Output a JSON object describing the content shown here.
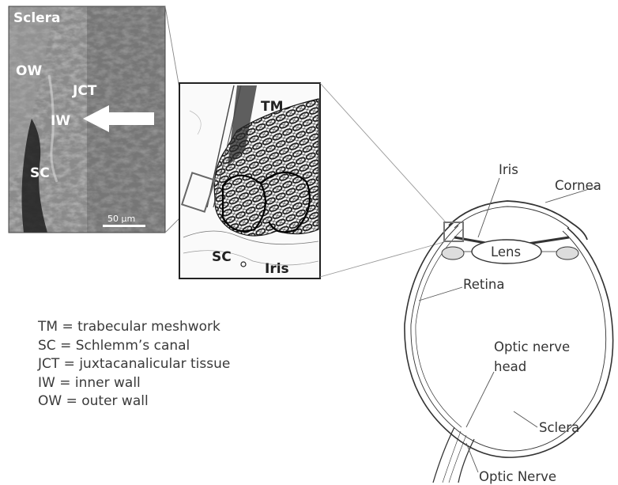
{
  "sem_panel": {
    "labels": {
      "sclera": "Sclera",
      "ow": "OW",
      "jct": "JCT",
      "iw": "IW",
      "sc": "SC"
    },
    "scale_bar": "50 µm"
  },
  "inset_panel": {
    "labels": {
      "tm": "TM",
      "sc": "SC",
      "iris": "Iris"
    }
  },
  "eye_diagram": {
    "labels": {
      "iris": "Iris",
      "cornea": "Cornea",
      "lens": "Lens",
      "retina": "Retina",
      "optic_nerve_head_line1": "Optic nerve",
      "optic_nerve_head_line2": "head",
      "sclera": "Sclera",
      "optic_nerve": "Optic Nerve"
    }
  },
  "legend": [
    "TM = trabecular meshwork",
    "SC = Schlemm’s canal",
    "JCT = juxtacanalicular tissue",
    "IW = inner wall",
    "OW = outer wall"
  ]
}
